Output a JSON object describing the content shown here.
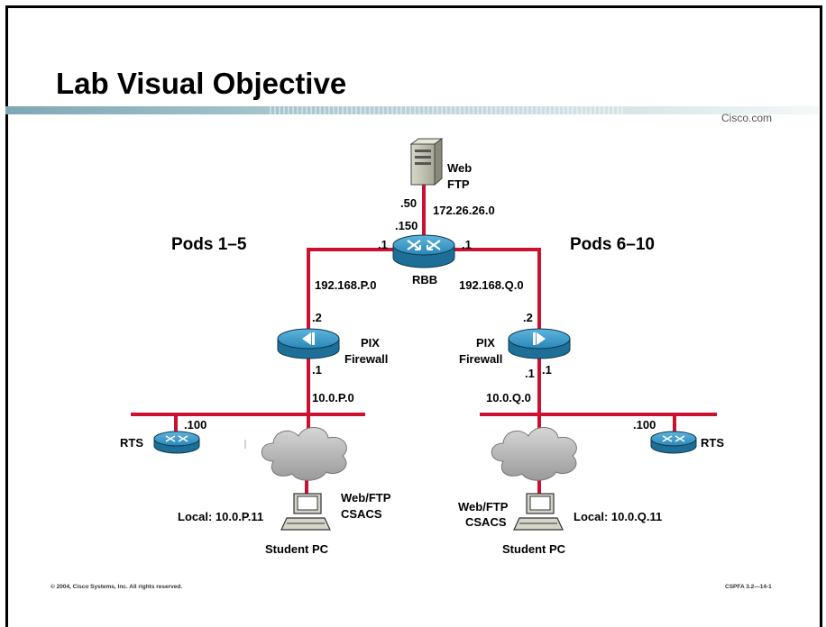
{
  "slide": {
    "title": "Lab Visual Objective",
    "brand": "Cisco.com",
    "footer_left": "© 2004, Cisco Systems, Inc. All rights reserved.",
    "footer_right": "CSPFA 3.2—14-1"
  },
  "colors": {
    "link": "#cc1030",
    "router_blue": "#2a87b8",
    "cloud": "#b9b9b9"
  },
  "diagram": {
    "server": {
      "label1": "Web",
      "label2": "FTP",
      "ip": ".50",
      "net": "172.26.26.0"
    },
    "rbb": {
      "label": "RBB",
      "top_ip": ".150",
      "left_ip": ".1",
      "right_ip": ".1"
    },
    "left": {
      "pods": "Pods 1–5",
      "outside_net": "192.168.P.0",
      "pix_outside_ip": ".2",
      "pix_label1": "PIX",
      "pix_label2": "Firewall",
      "pix_inside_ip": ".1",
      "inside_net": "10.0.P.0",
      "rts_ip": ".100",
      "rts_label": "RTS",
      "pc_local": "Local: 10.0.P.11",
      "pc_services1": "Web/FTP",
      "pc_services2": "CSACS",
      "pc_label": "Student PC"
    },
    "right": {
      "pods": "Pods 6–10",
      "outside_net": "192.168.Q.0",
      "pix_outside_ip": ".2",
      "pix_label1": "PIX",
      "pix_label2": "Firewall",
      "pix_inside_ip_a": ".1",
      "pix_inside_ip_b": ".1",
      "inside_net": "10.0.Q.0",
      "rts_ip": ".100",
      "rts_label": "RTS",
      "pc_local": "Local: 10.0.Q.11",
      "pc_services1": "Web/FTP",
      "pc_services2": "CSACS",
      "pc_label": "Student PC"
    }
  }
}
